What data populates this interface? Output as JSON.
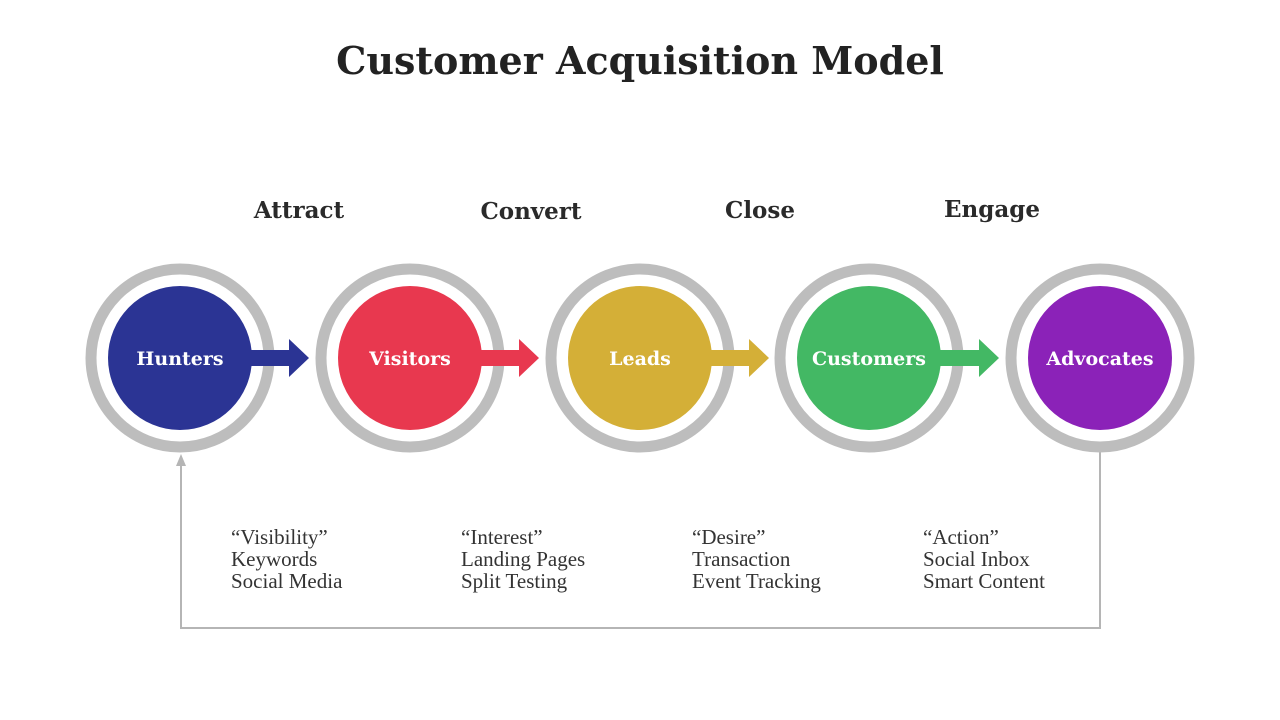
{
  "title": "Customer Acquisition Model",
  "stages": [
    {
      "label": "Attract"
    },
    {
      "label": "Convert"
    },
    {
      "label": "Close"
    },
    {
      "label": "Engage"
    }
  ],
  "nodes": [
    {
      "label": "Hunters",
      "color": "#2b3494"
    },
    {
      "label": "Visitors",
      "color": "#e8384f"
    },
    {
      "label": "Leads",
      "color": "#d4af37"
    },
    {
      "label": "Customers",
      "color": "#43b864"
    },
    {
      "label": "Advocates",
      "color": "#8b22b8"
    }
  ],
  "ring_color": "#bdbdbd",
  "descriptions": [
    {
      "line1": "“Visibility”",
      "line2": "Keywords",
      "line3": "Social Media"
    },
    {
      "line1": "“Interest”",
      "line2": "Landing Pages",
      "line3": "Split Testing"
    },
    {
      "line1": "“Desire”",
      "line2": "Transaction",
      "line3": "Event Tracking"
    },
    {
      "line1": "“Action”",
      "line2": "Social Inbox",
      "line3": "Smart Content"
    }
  ]
}
